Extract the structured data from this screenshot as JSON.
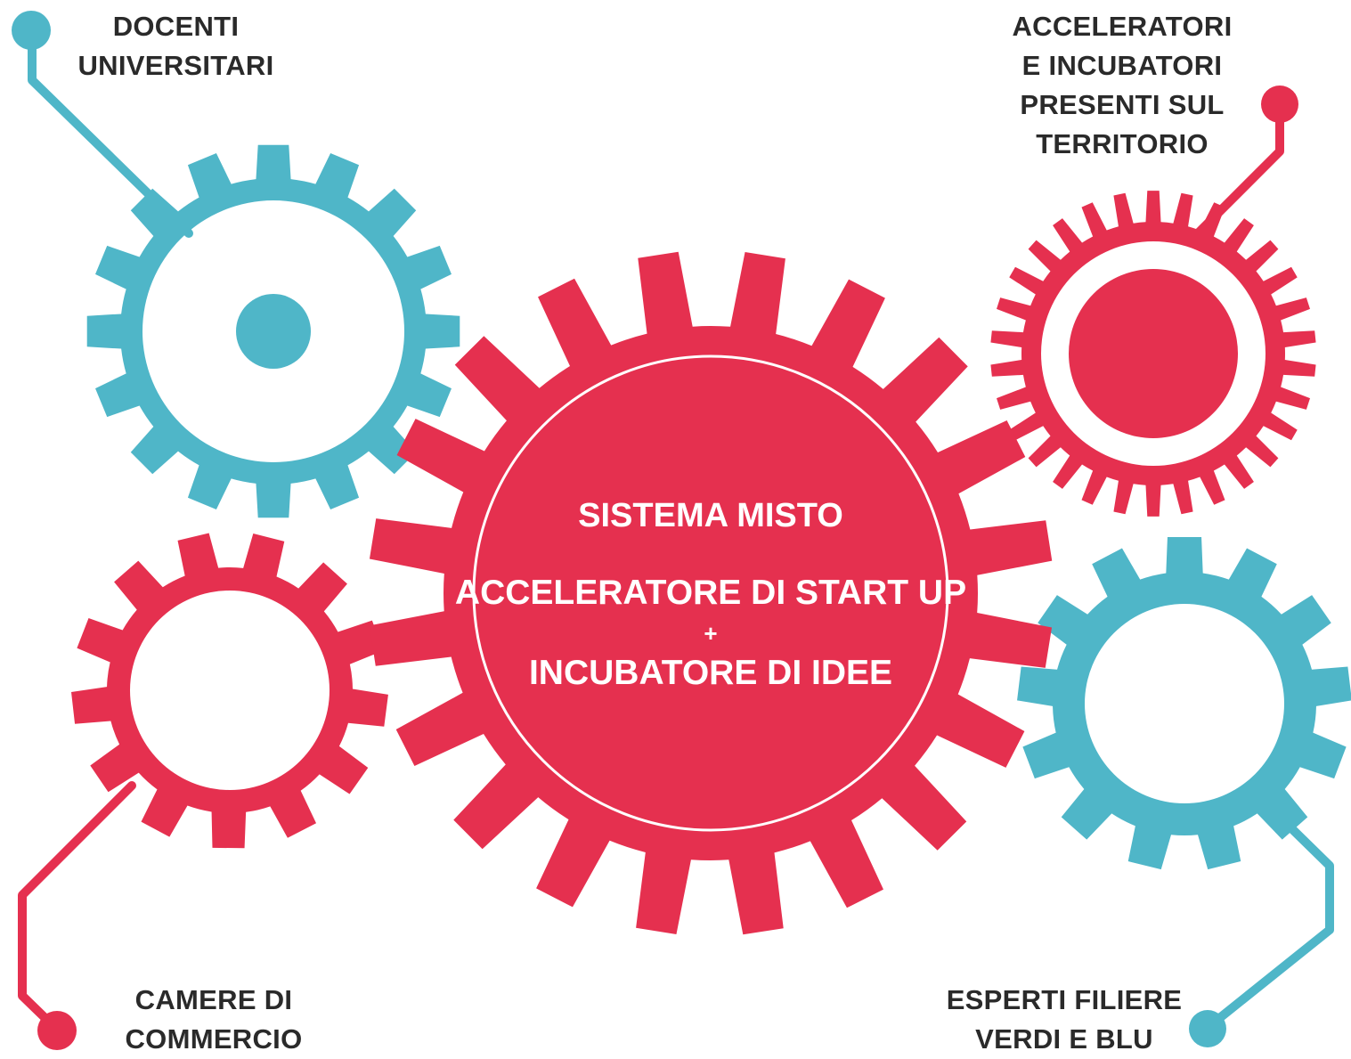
{
  "colors": {
    "red": "#e5304f",
    "teal": "#4fb6c8",
    "text": "#2a2a2a",
    "white": "#ffffff"
  },
  "center": {
    "title": "SISTEMA MISTO",
    "line1": "ACCELERATORE DI START UP",
    "plus": "+",
    "line2": "INCUBATORE DI IDEE"
  },
  "labels": {
    "docenti": {
      "lines": [
        "DOCENTI",
        "UNIVERSITARI"
      ]
    },
    "acceleratori": {
      "lines": [
        "ACCELERATORI",
        "E INCUBATORI",
        "PRESENTI SUL",
        "TERRITORIO"
      ]
    },
    "camere": {
      "lines": [
        "CAMERE DI",
        "COMMERCIO"
      ]
    },
    "esperti": {
      "lines": [
        "ESPERTI FILIERE",
        "VERDI E BLU"
      ]
    }
  }
}
